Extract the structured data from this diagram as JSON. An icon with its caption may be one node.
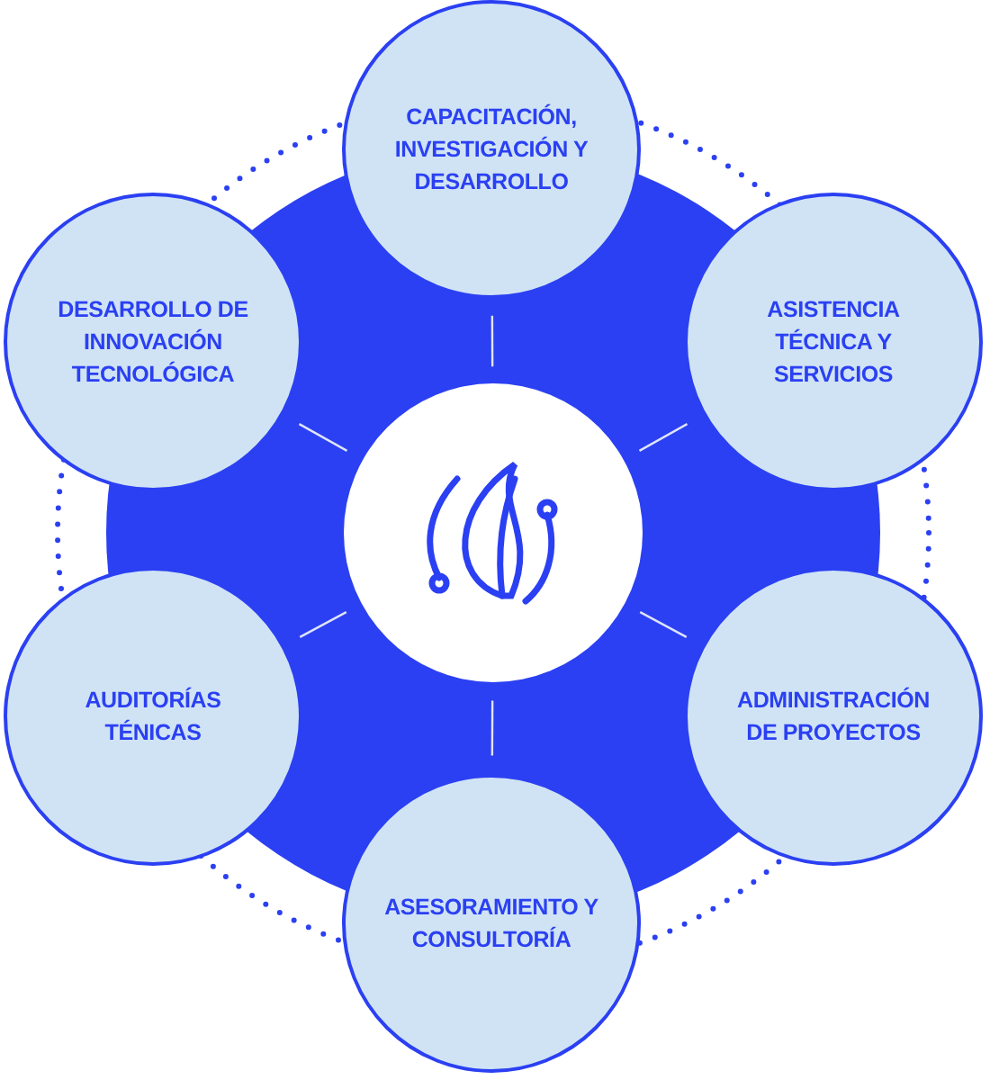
{
  "diagram": {
    "nodes": [
      {
        "text": [],
        "shape": "circle"
      },
      {
        "text": [
          "CAPACITACIÓN, INVESTIGACIÓN Y DESARROLLO"
        ]
      },
      {
        "text": [
          "ASISTENCIA TÉCNICA Y SERVICIOS"
        ]
      },
      {
        "text": [
          "ADMINISTRACIÓN DE PROYECTOS"
        ]
      },
      {
        "text": [
          "ASESORAMIENTO Y CONSULTORÍA"
        ]
      },
      {
        "text": [
          "AUDITORÍAS TÉNICAS"
        ]
      },
      {
        "text": [
          "DESARROLLO DE INNOVACIÓN TECNOLÓGICA"
        ]
      }
    ],
    "edges": [
      {
        "from": 0,
        "to": 1,
        "arrow": "none"
      },
      {
        "from": 0,
        "to": 2,
        "arrow": "none"
      },
      {
        "from": 0,
        "to": 3,
        "arrow": "none"
      },
      {
        "from": 0,
        "to": 4,
        "arrow": "none"
      },
      {
        "from": 0,
        "to": 5,
        "arrow": "none"
      },
      {
        "from": 0,
        "to": 6,
        "arrow": "none"
      }
    ]
  }
}
